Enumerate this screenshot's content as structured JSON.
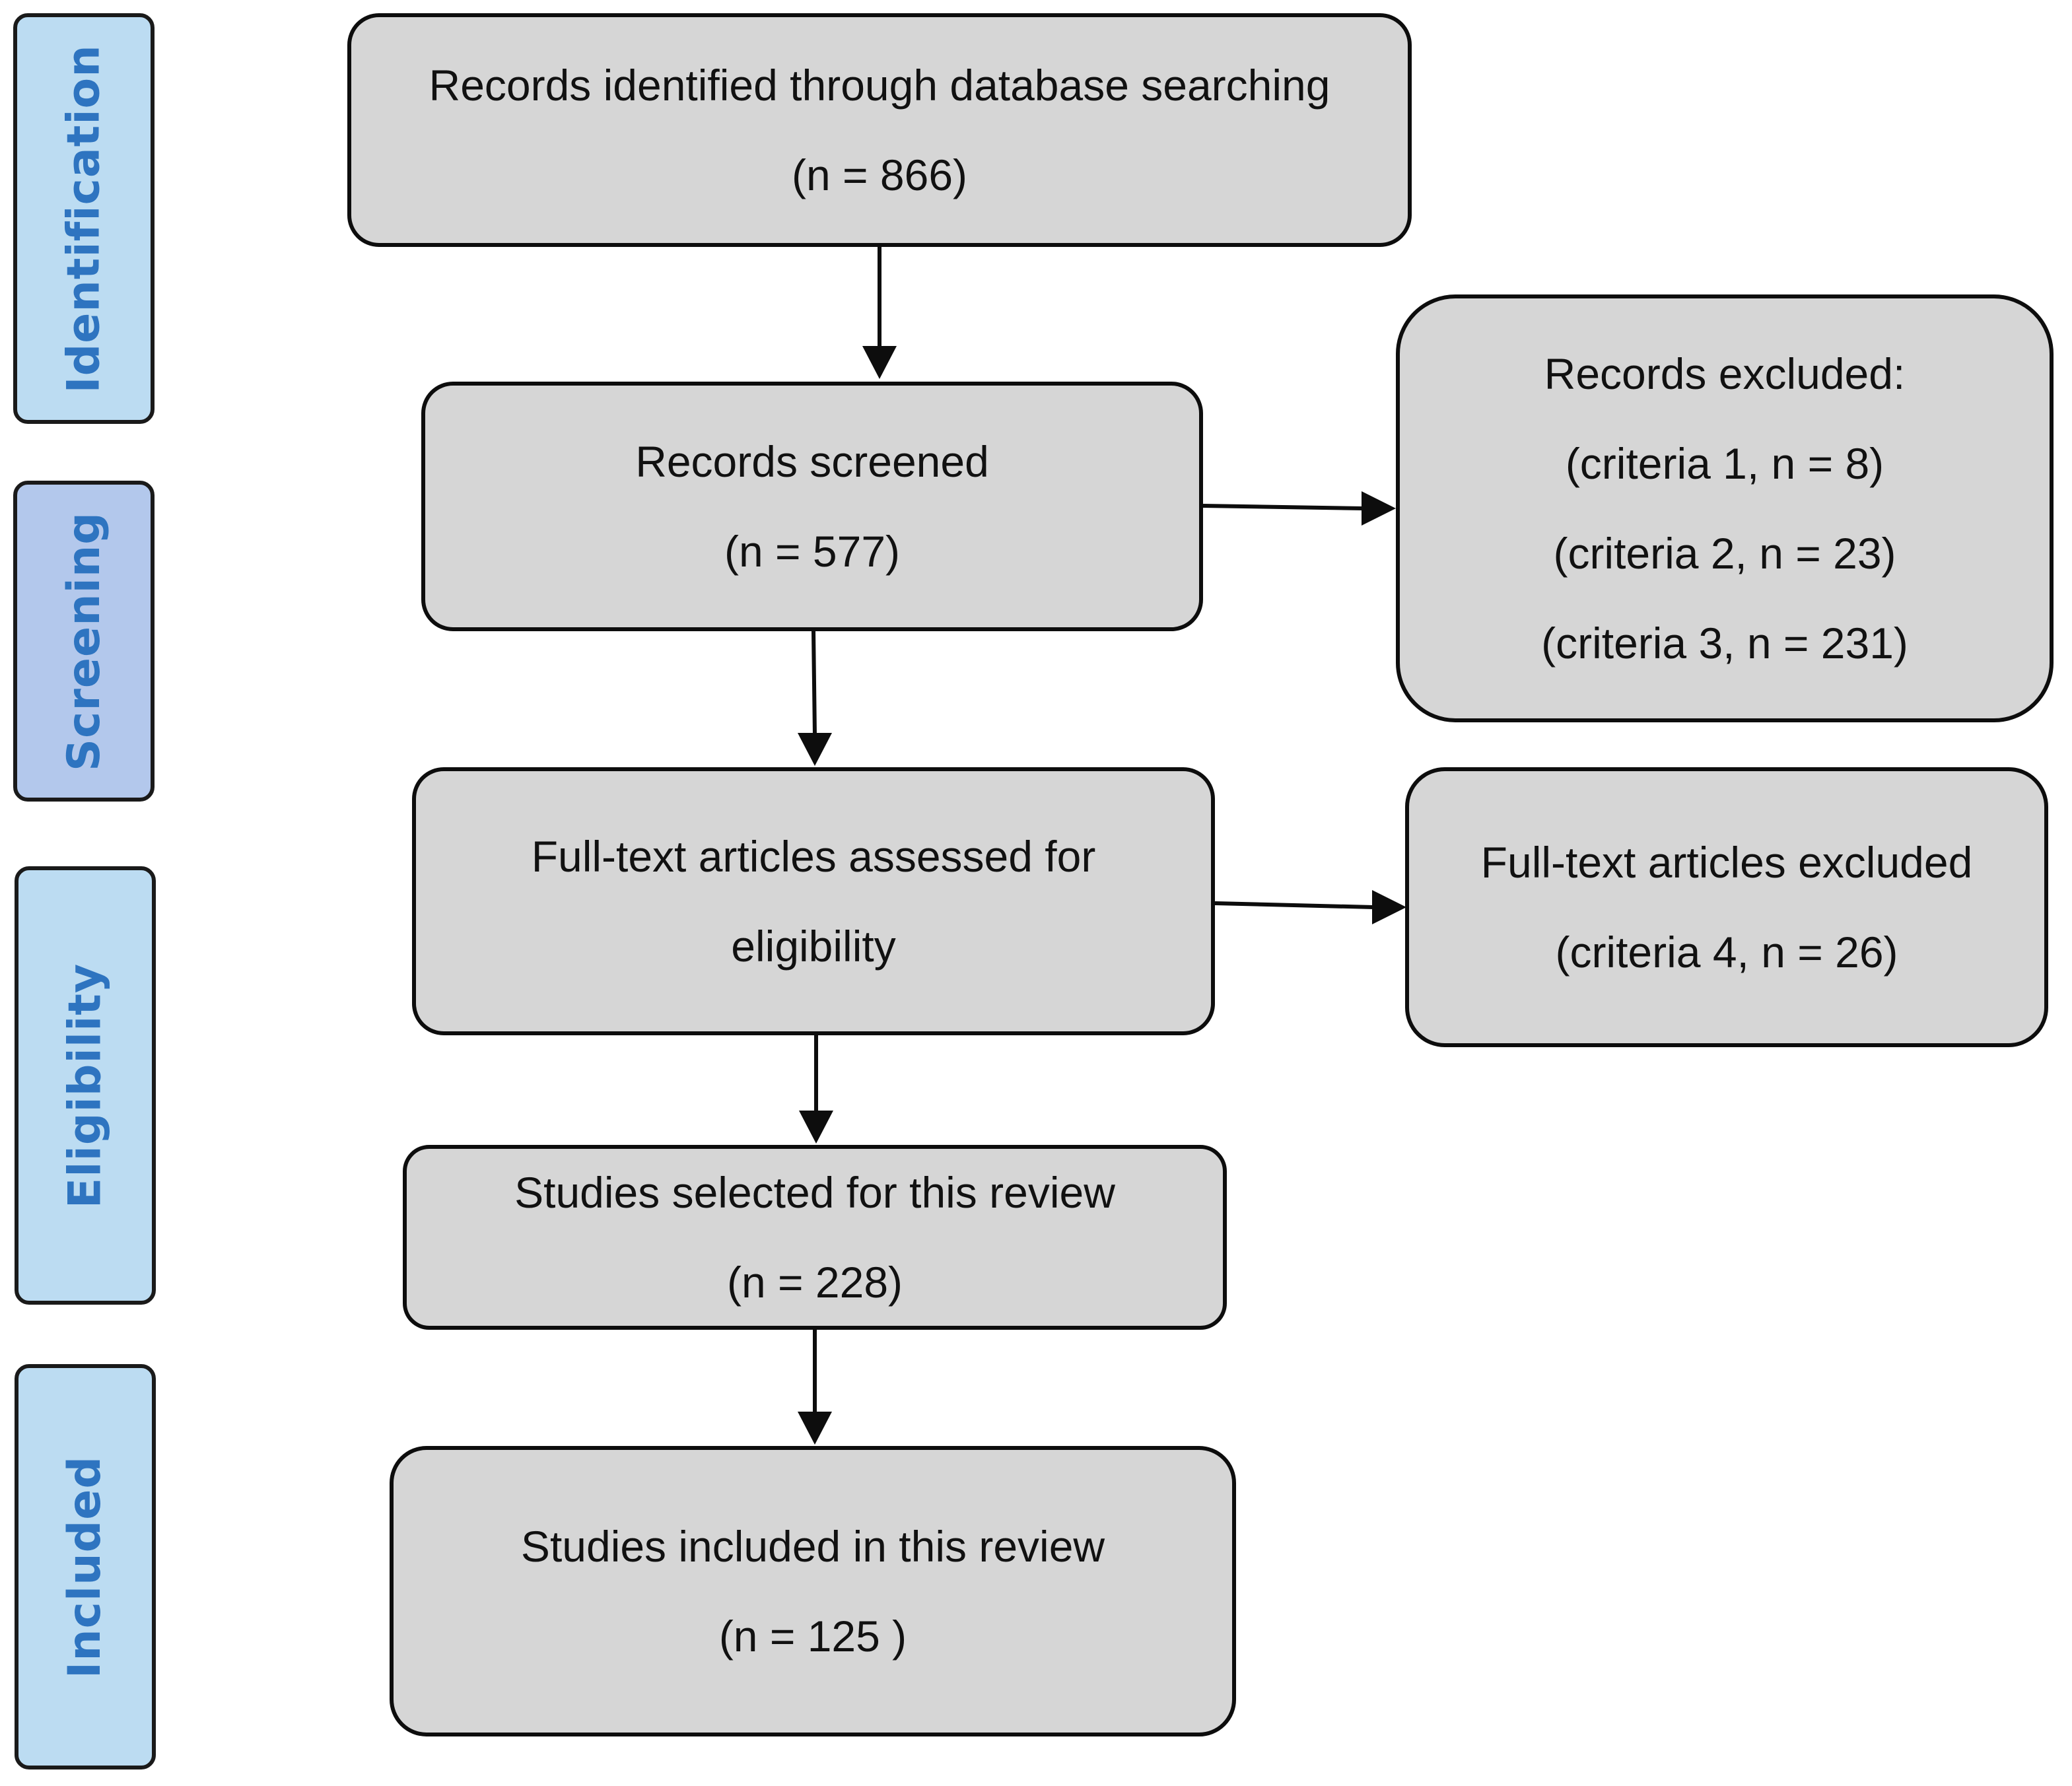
{
  "colors": {
    "stage_fill": "#bcdcf2",
    "stage_fill_active": "#b3c8ec",
    "stage_text": "#2e74c0",
    "box_fill": "#d6d6d6",
    "border": "#0d0d0d"
  },
  "stages": [
    {
      "label": "Identification"
    },
    {
      "label": "Screening"
    },
    {
      "label": "Eligibility"
    },
    {
      "label": "Included"
    }
  ],
  "boxes": {
    "identified": {
      "lines": [
        "Records identified through database searching",
        "(n = 866)"
      ]
    },
    "screened": {
      "lines": [
        "Records screened",
        "(n = 577)"
      ]
    },
    "excluded": {
      "lines": [
        "Records excluded:",
        "(criteria 1, n = 8)",
        "(criteria 2, n = 23)",
        "(criteria 3, n = 231)"
      ]
    },
    "fulltext": {
      "lines": [
        "Full-text articles assessed for",
        "eligibility"
      ]
    },
    "fulltext_excluded": {
      "lines": [
        "Full-text articles excluded",
        "(criteria 4, n = 26)"
      ]
    },
    "selected": {
      "lines": [
        "Studies selected for this review",
        "(n = 228)"
      ]
    },
    "included": {
      "lines": [
        "Studies included in this review",
        "(n = 125 )"
      ]
    }
  }
}
